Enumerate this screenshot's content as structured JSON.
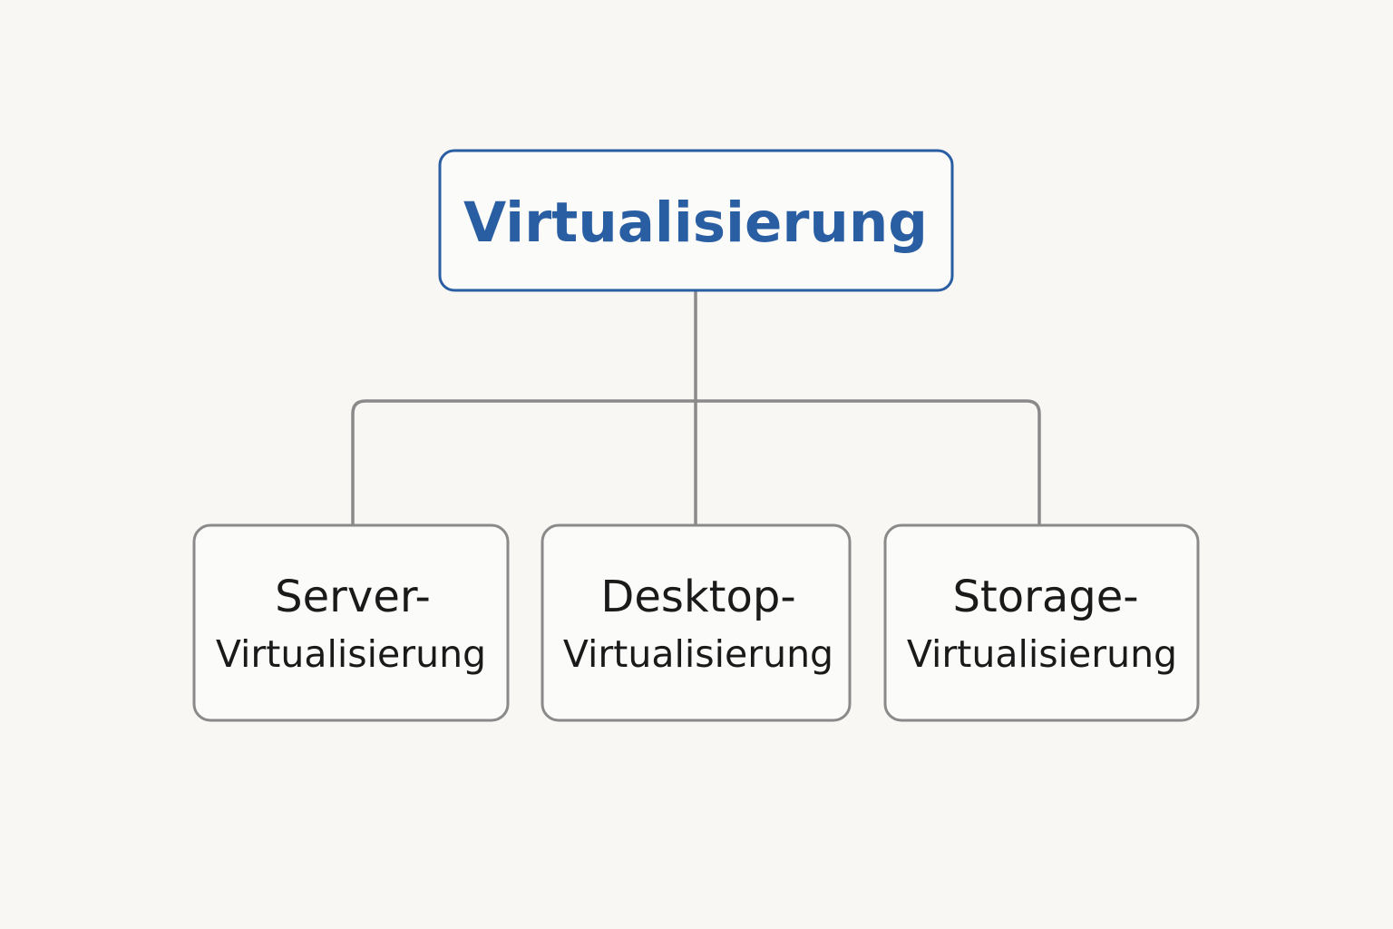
{
  "colors": {
    "background": "#f8f7f3",
    "root_border": "#2a5ea3",
    "root_text": "#2a5ea3",
    "child_border": "#8a8a8a",
    "connector": "#8a8a8a",
    "child_text": "#1a1a1a"
  },
  "root": {
    "label": "Virtualisierung"
  },
  "children": [
    {
      "line1": "Server-",
      "line2": "Virtualisierung"
    },
    {
      "line1": "Desktop-",
      "line2": "Virtualisierung"
    },
    {
      "line1": "Storage-",
      "line2": "Virtualisierung"
    }
  ]
}
